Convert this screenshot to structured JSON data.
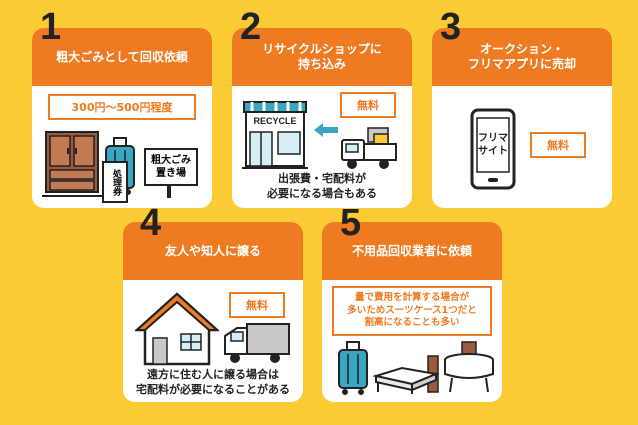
{
  "colors": {
    "background": "#fbcb33",
    "accent": "#ee7b22",
    "text": "#222222",
    "teal": "#3aa7c2"
  },
  "options": [
    {
      "number": "1",
      "title": "粗大ごみとして回収依頼",
      "cost": "300円〜500円程度",
      "tag_ticket": "処理券",
      "sign_line1": "粗大ごみ",
      "sign_line2": "置き場"
    },
    {
      "number": "2",
      "title_line1": "リサイクルショップに",
      "title_line2": "持ち込み",
      "cost": "無料",
      "shop_sign": "RECYCLE",
      "note_line1": "出張費・宅配料が",
      "note_line2": "必要になる場合もある"
    },
    {
      "number": "3",
      "title_line1": "オークション・",
      "title_line2": "フリマアプリに売却",
      "cost": "無料",
      "phone_line1": "フリマ",
      "phone_line2": "サイト"
    },
    {
      "number": "4",
      "title": "友人や知人に譲る",
      "cost": "無料",
      "note_line1": "遠方に住む人に譲る場合は",
      "note_line2": "宅配料が必要になることがある"
    },
    {
      "number": "5",
      "title": "不用品回収業者に依頼",
      "note_line1": "量で費用を計算する場合が",
      "note_line2": "多いためスーツケース1つだと",
      "note_line3": "割高になることも多い"
    }
  ]
}
